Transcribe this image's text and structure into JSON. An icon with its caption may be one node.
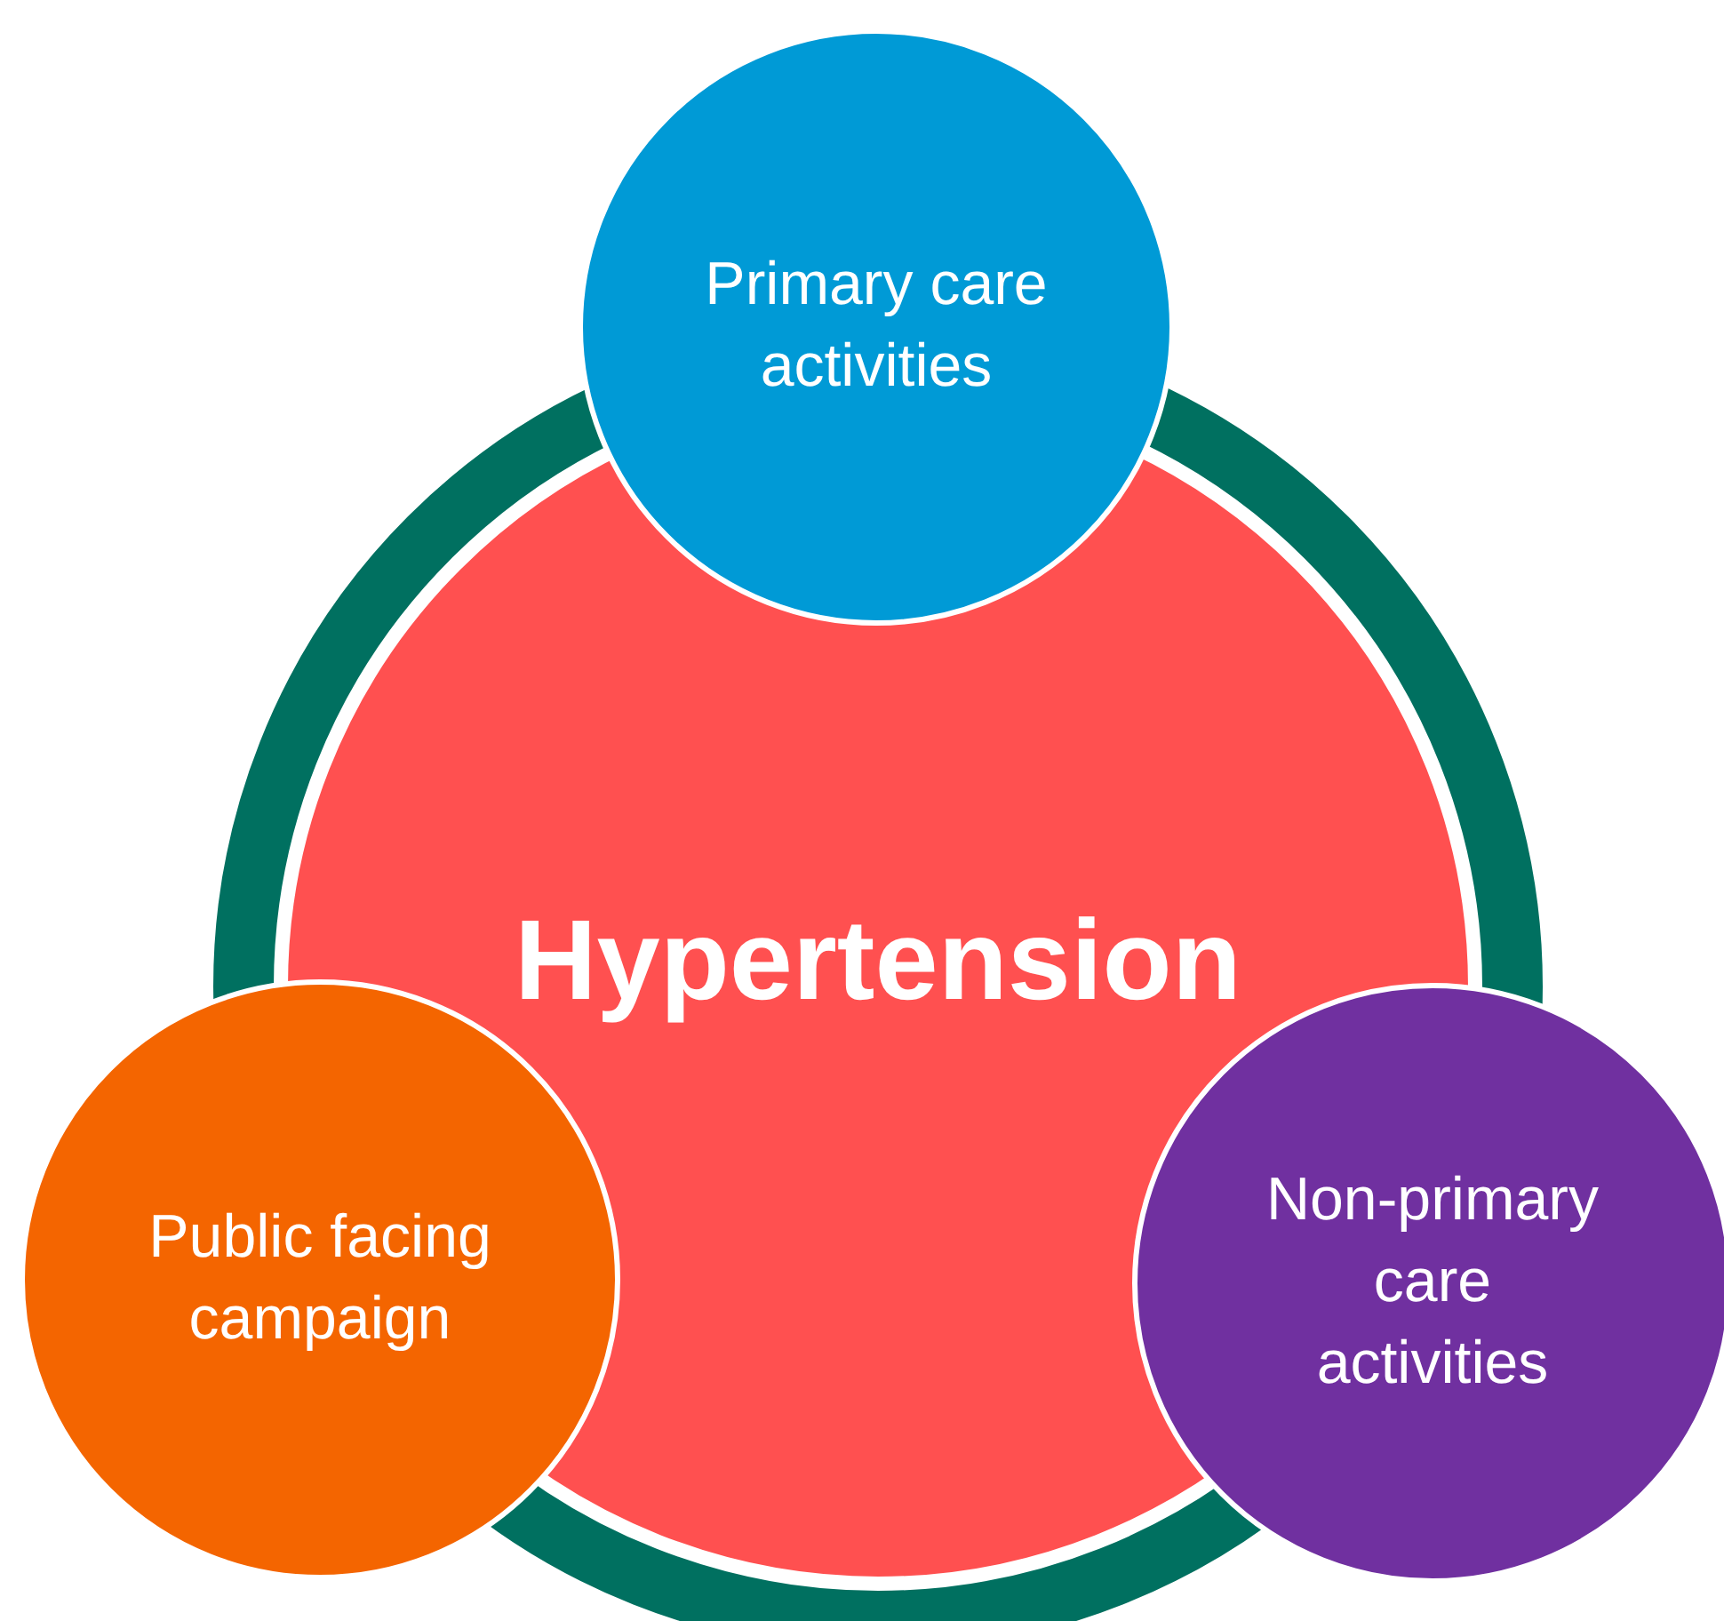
{
  "diagram": {
    "nodes": [
      {
        "text": [
          "Primary care activities"
        ]
      },
      {
        "text": [
          "Hypertension"
        ]
      },
      {
        "text": [
          "Public facing campaign"
        ]
      },
      {
        "text": [
          "Non-primary care activities"
        ]
      }
    ]
  }
}
